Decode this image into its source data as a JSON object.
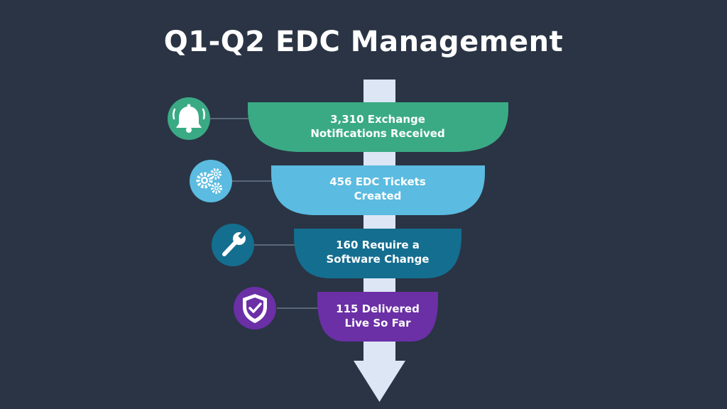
{
  "title": "Q1-Q2 EDC Management",
  "colors": {
    "background": "#2a3444",
    "arrow": "#dde6f5",
    "connector": "#6b7a8c"
  },
  "stages": [
    {
      "lines": [
        "3,310 Exchange",
        "Notifications Received"
      ],
      "icon": "bell-icon",
      "color": "#3aaa85"
    },
    {
      "lines": [
        "456 EDC Tickets",
        "Created"
      ],
      "icon": "gears-icon",
      "color": "#5bbbe0"
    },
    {
      "lines": [
        "160 Require a",
        "Software Change"
      ],
      "icon": "wrench-icon",
      "color": "#146e90"
    },
    {
      "lines": [
        "115 Delivered",
        "Live So Far"
      ],
      "icon": "shield-check-icon",
      "color": "#6b2fa6"
    }
  ]
}
